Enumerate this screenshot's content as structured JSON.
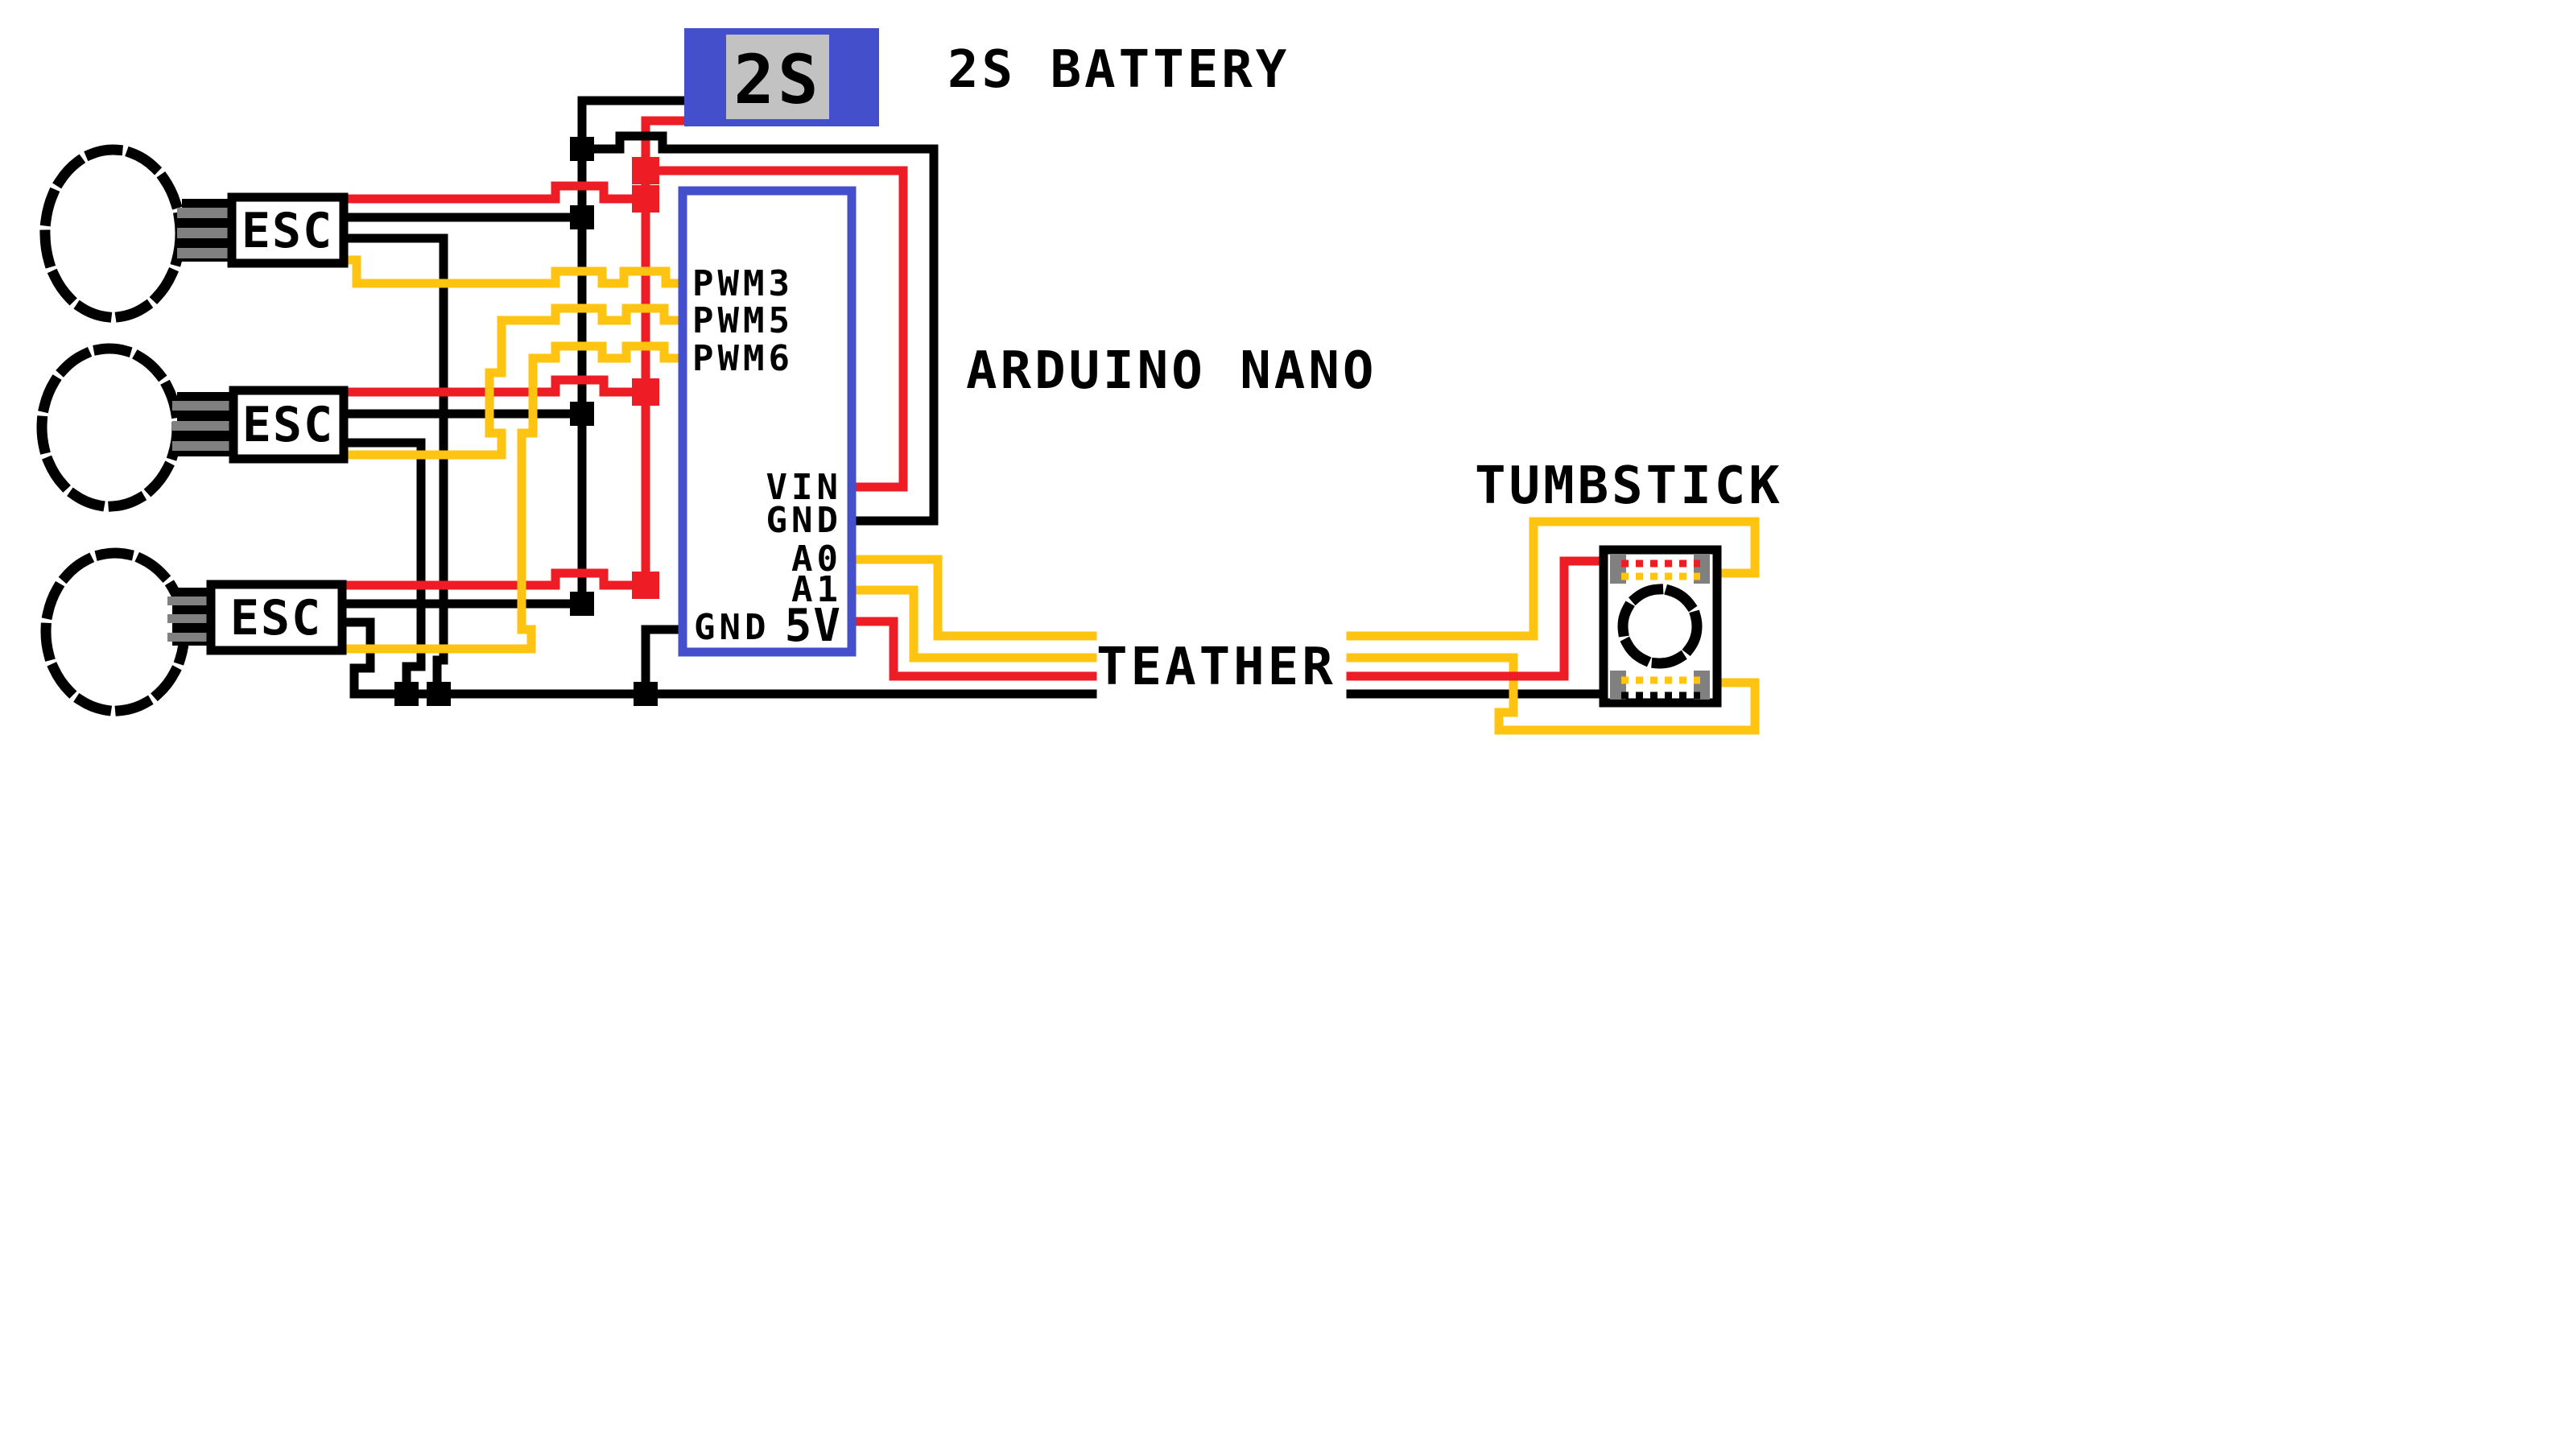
{
  "colors": {
    "red": "#ee1c25",
    "yellow": "#ffc411",
    "black": "#000000",
    "blue": "#4450cb",
    "gray-panel": "#c2c2c2",
    "gray-pad": "#808080"
  },
  "labels": {
    "battery_title": "2S BATTERY",
    "battery_cells": "2S",
    "arduino_title": "ARDUINO NANO",
    "thumbstick_title": "TUMBSTICK",
    "tether": "TEATHER",
    "esc": "ESC"
  },
  "arduino": {
    "pins": {
      "pwm3": "PWM3",
      "pwm5": "PWM5",
      "pwm6": "PWM6",
      "vin": "VIN",
      "gnd_right": "GND",
      "a0": "A0",
      "a1": "A1",
      "gnd_bottom": "GND",
      "v5": "5V"
    }
  }
}
